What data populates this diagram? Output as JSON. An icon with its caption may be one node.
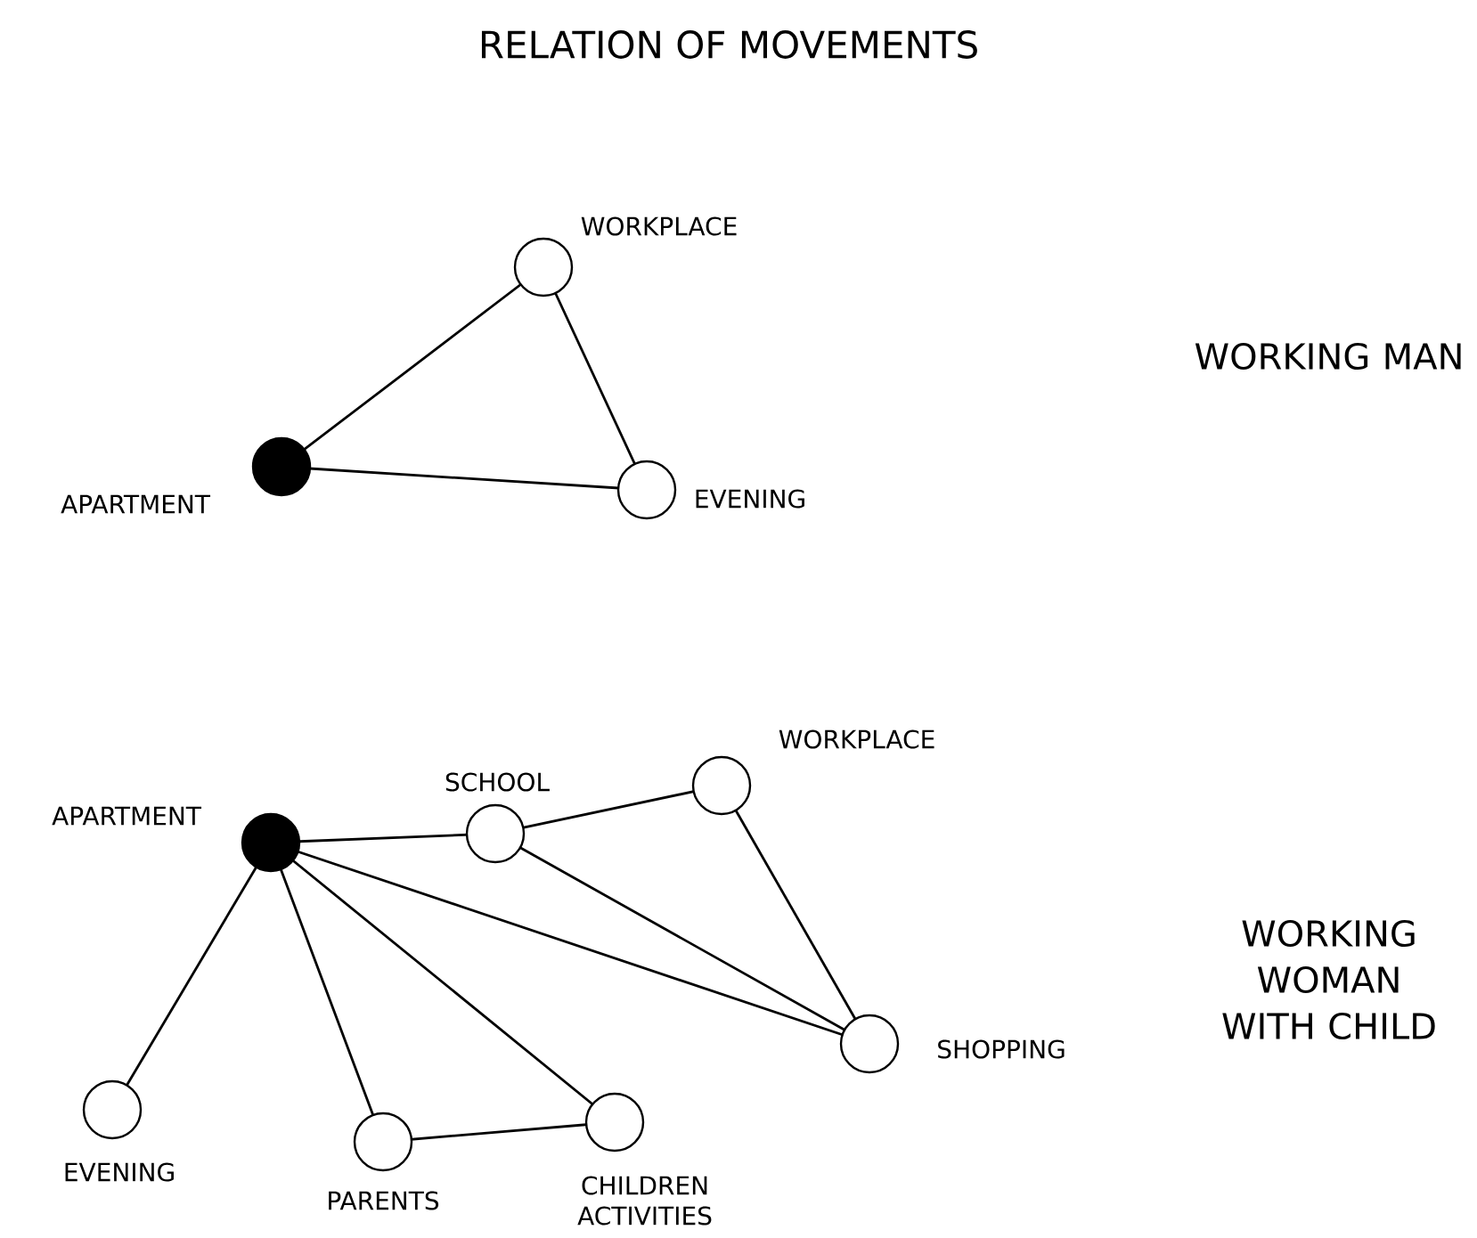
{
  "diagram": {
    "title": "RELATION OF MOVEMENTS",
    "nodes": [
      {
        "text": [],
        "shape": "circle",
        "beside": [
          "WORKPLACE"
        ]
      },
      {
        "text": [],
        "shape": "disc",
        "beside": [
          "APARTMENT"
        ]
      },
      {
        "text": [],
        "shape": "circle",
        "beside": [
          "EVENING"
        ]
      },
      {
        "text": [],
        "shape": "disc",
        "beside": [
          "APARTMENT"
        ]
      },
      {
        "text": [],
        "shape": "circle",
        "beside": [
          "SCHOOL"
        ]
      },
      {
        "text": [],
        "shape": "circle",
        "beside": [
          "WORKPLACE"
        ]
      },
      {
        "text": [],
        "shape": "circle",
        "beside": [
          "SHOPPING"
        ]
      },
      {
        "text": [],
        "shape": "circle",
        "beside": [
          "EVENING"
        ]
      },
      {
        "text": [],
        "shape": "circle",
        "beside": [
          "PARENTS"
        ]
      },
      {
        "text": [],
        "shape": "circle",
        "beside": [
          "CHILDREN ACTIVITIES"
        ]
      }
    ],
    "edges": [
      {
        "from": 1,
        "to": 0,
        "arrow": "none"
      },
      {
        "from": 0,
        "to": 2,
        "arrow": "none"
      },
      {
        "from": 1,
        "to": 2,
        "arrow": "none"
      },
      {
        "from": 3,
        "to": 4,
        "arrow": "none"
      },
      {
        "from": 4,
        "to": 5,
        "arrow": "none"
      },
      {
        "from": 5,
        "to": 6,
        "arrow": "none"
      },
      {
        "from": 4,
        "to": 6,
        "arrow": "none"
      },
      {
        "from": 3,
        "to": 6,
        "arrow": "none"
      },
      {
        "from": 3,
        "to": 7,
        "arrow": "none"
      },
      {
        "from": 3,
        "to": 8,
        "arrow": "none"
      },
      {
        "from": 3,
        "to": 9,
        "arrow": "none"
      },
      {
        "from": 8,
        "to": 9,
        "arrow": "none"
      }
    ],
    "labels": [
      "WORKING MAN",
      "WORKING WOMAN WITH CHILD"
    ]
  }
}
